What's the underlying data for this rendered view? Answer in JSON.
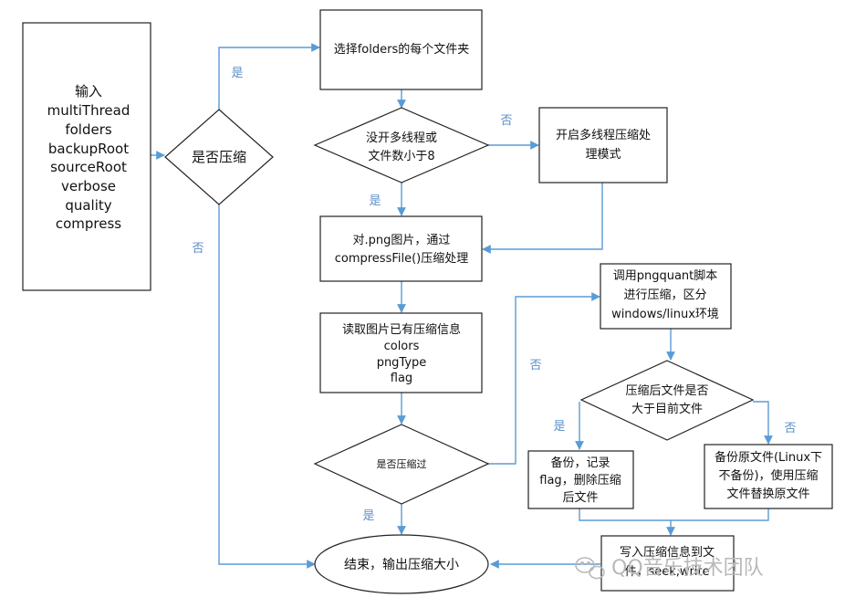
{
  "nodes": {
    "input": {
      "lines": [
        "输入",
        "multiThread",
        "folders",
        "backupRoot",
        "sourceRoot",
        "verbose",
        "quality",
        "compress"
      ]
    },
    "decision_compress": {
      "lines": [
        "是否压缩"
      ]
    },
    "select_folders": {
      "lines": [
        "选择folders的每个文件夹"
      ]
    },
    "decision_multithread": {
      "lines": [
        "没开多线程或",
        "文件数小于8"
      ]
    },
    "multithread_mode": {
      "lines": [
        "开启多线程压缩处",
        "理模式"
      ]
    },
    "process_png": {
      "lines": [
        "对.png图片，通过",
        "compressFile()压缩处理"
      ]
    },
    "read_info": {
      "lines": [
        "读取图片已有压缩信息",
        "colors",
        "pngType",
        "flag"
      ]
    },
    "decision_compressed": {
      "lines": [
        "是否压缩过"
      ]
    },
    "call_pngquant": {
      "lines": [
        "调用pngquant脚本",
        "进行压缩，区分",
        "windows/linux环境"
      ]
    },
    "decision_size": {
      "lines": [
        "压缩后文件是否",
        "大于目前文件"
      ]
    },
    "backup_record": {
      "lines": [
        "备份，记录",
        "flag，删除压缩",
        "后文件"
      ]
    },
    "backup_original": {
      "lines": [
        "备份原文件(Linux下",
        "不备份)，使用压缩",
        "文件替换原文件"
      ]
    },
    "write_info": {
      "lines": [
        "写入压缩信息到文",
        "件，seek,write"
      ]
    },
    "end": {
      "lines": [
        "结束，输出压缩大小"
      ]
    }
  },
  "edge_labels": {
    "compress_yes": "是",
    "compress_no": "否",
    "multithread_no": "否",
    "multithread_yes": "是",
    "compressed_no": "否",
    "compressed_yes": "是",
    "size_yes": "是",
    "size_no": "否"
  },
  "watermark": {
    "text": "QQ音乐技术团队"
  },
  "colors": {
    "arrow": "#5b9bd5",
    "node_border": "#222222",
    "node_fill": "#ffffff",
    "label": "#5b8fc7",
    "watermark": "#b9b9b9"
  }
}
